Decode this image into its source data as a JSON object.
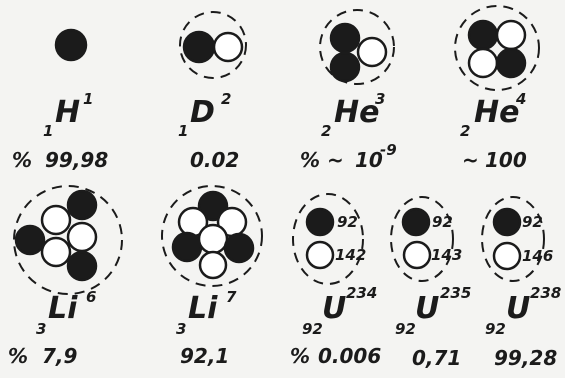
{
  "nuclides": [
    {
      "id": "H1",
      "symbol": "H",
      "mass": "1",
      "atomic": "1",
      "percent_prefix": "%",
      "abundance": "99,98"
    },
    {
      "id": "D2",
      "symbol": "D",
      "mass": "2",
      "atomic": "1",
      "percent_prefix": "",
      "abundance": "0.02"
    },
    {
      "id": "He3",
      "symbol": "He",
      "mass": "3",
      "atomic": "2",
      "percent_prefix": "% ~",
      "abundance": "10",
      "abundance_exp": "-9"
    },
    {
      "id": "He4",
      "symbol": "He",
      "mass": "4",
      "atomic": "2",
      "percent_prefix": "~",
      "abundance": "100"
    },
    {
      "id": "Li6",
      "symbol": "Li",
      "mass": "6",
      "atomic": "3",
      "percent_prefix": "%",
      "abundance": "7,9"
    },
    {
      "id": "Li7",
      "symbol": "Li",
      "mass": "7",
      "atomic": "3",
      "percent_prefix": "",
      "abundance": "92,1"
    },
    {
      "id": "U234",
      "symbol": "U",
      "mass": "234",
      "atomic": "92",
      "percent_prefix": "%",
      "abundance": "0.006",
      "protons": "92",
      "neutrons": "142"
    },
    {
      "id": "U235",
      "symbol": "U",
      "mass": "235",
      "atomic": "92",
      "percent_prefix": "",
      "abundance": "0,71",
      "protons": "92",
      "neutrons": "143"
    },
    {
      "id": "U238",
      "symbol": "U",
      "mass": "238",
      "atomic": "92",
      "percent_prefix": "",
      "abundance": "99,28",
      "protons": "92",
      "neutrons": "146"
    }
  ],
  "legend": {
    "proton": "filled circle",
    "neutron": "open circle"
  }
}
